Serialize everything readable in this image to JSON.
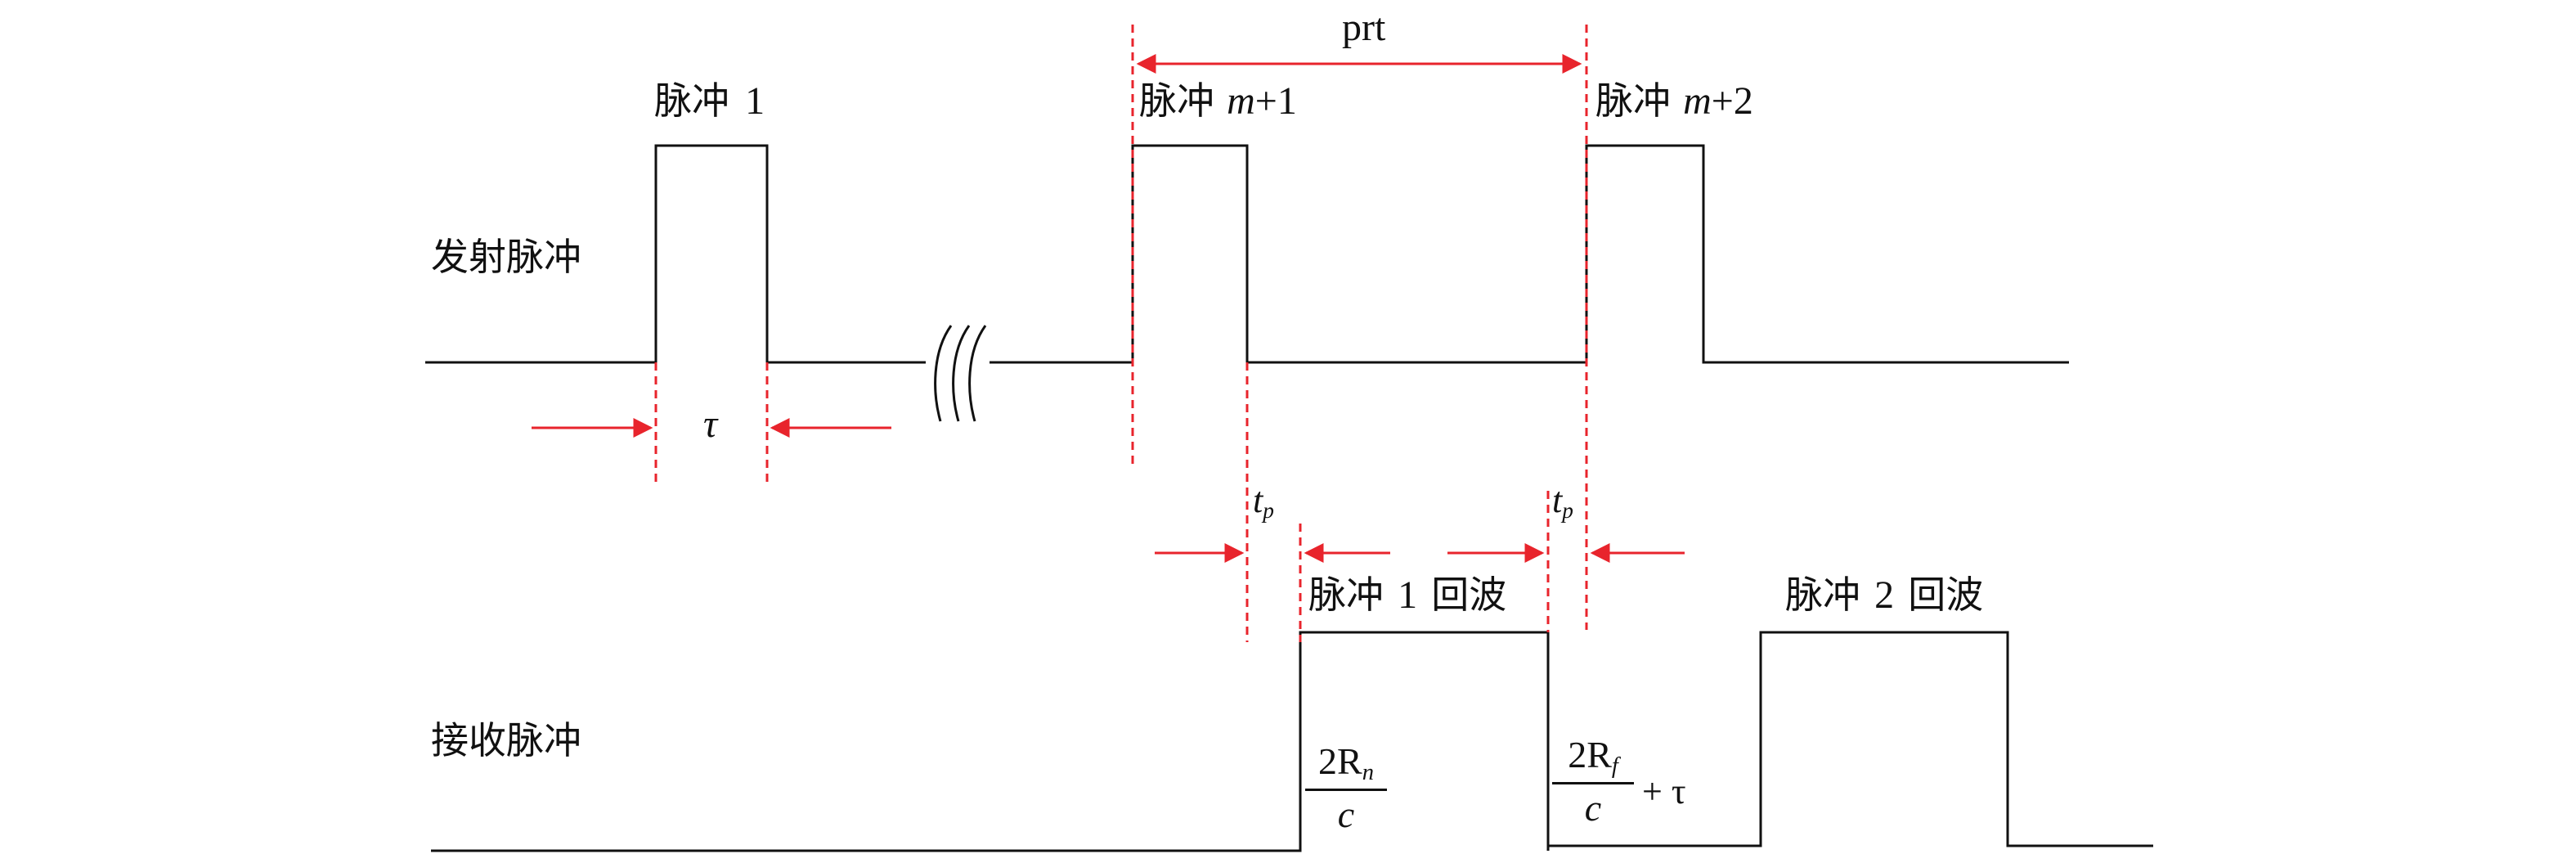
{
  "labels": {
    "transmit_row": "发射脉冲",
    "receive_row": "接收脉冲",
    "pulse1": {
      "text": "脉冲",
      "num": "1"
    },
    "pulse_m1": {
      "text": "脉冲",
      "var": "m",
      "suffix": "+1"
    },
    "pulse_m2": {
      "text": "脉冲",
      "var": "m",
      "suffix": "+2"
    },
    "echo1": {
      "text": "脉冲",
      "num": "1",
      "tail": "回波"
    },
    "echo2": {
      "text": "脉冲",
      "num": "2",
      "tail": "回波"
    },
    "prt": "prt",
    "tau": "τ",
    "tp1": {
      "base": "t",
      "sub": "p"
    },
    "tp2": {
      "base": "t",
      "sub": "p"
    },
    "near_range": {
      "num": "2R",
      "sub": "n",
      "den": "c"
    },
    "far_range": {
      "num": "2R",
      "sub": "f",
      "den": "c",
      "plus": "+ τ"
    }
  },
  "colors": {
    "signal": "#111111",
    "marker": "#e8242c"
  }
}
